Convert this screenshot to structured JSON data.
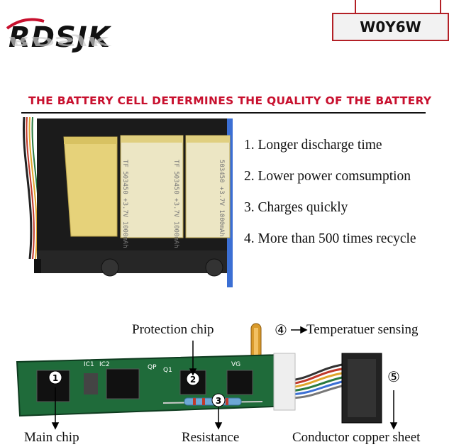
{
  "brand": {
    "logo_text": "RDSJK"
  },
  "model": {
    "code": "W0Y6W"
  },
  "headline": "THE BATTERY CELL DETERMINES THE QUALITY OF THE BATTERY",
  "features": [
    "1. Longer discharge time",
    "2. Lower power comsumption",
    "3. Charges quickly",
    "4. More than 500 times recycle"
  ],
  "cells": {
    "marking_1": "TF 503450 +3.7V 1000mAh",
    "marking_2": "TF 503450 +3.7V 1000mAh",
    "marking_3": "503450 +3.7V 1000mAh"
  },
  "pcb": {
    "silk_ic1": "IC1",
    "silk_ic2": "IC2",
    "silk_q1": "Q1",
    "silk_qp": "QP",
    "silk_vg": "VG"
  },
  "annotations": {
    "protection": "Protection chip",
    "temperature_num": "④",
    "temperature": "Temperatuer sensing",
    "main_chip": "Main chip",
    "resistance": "Resistance",
    "conductor_num": "⑤",
    "conductor": "Conductor copper sheet",
    "num_1": "1",
    "num_2": "2",
    "num_3": "3"
  },
  "colors": {
    "brand_red": "#c8102e",
    "frame_red": "#b32026",
    "pcb_green": "#1f6b3a",
    "cell_yellow": "#e6d27a"
  }
}
